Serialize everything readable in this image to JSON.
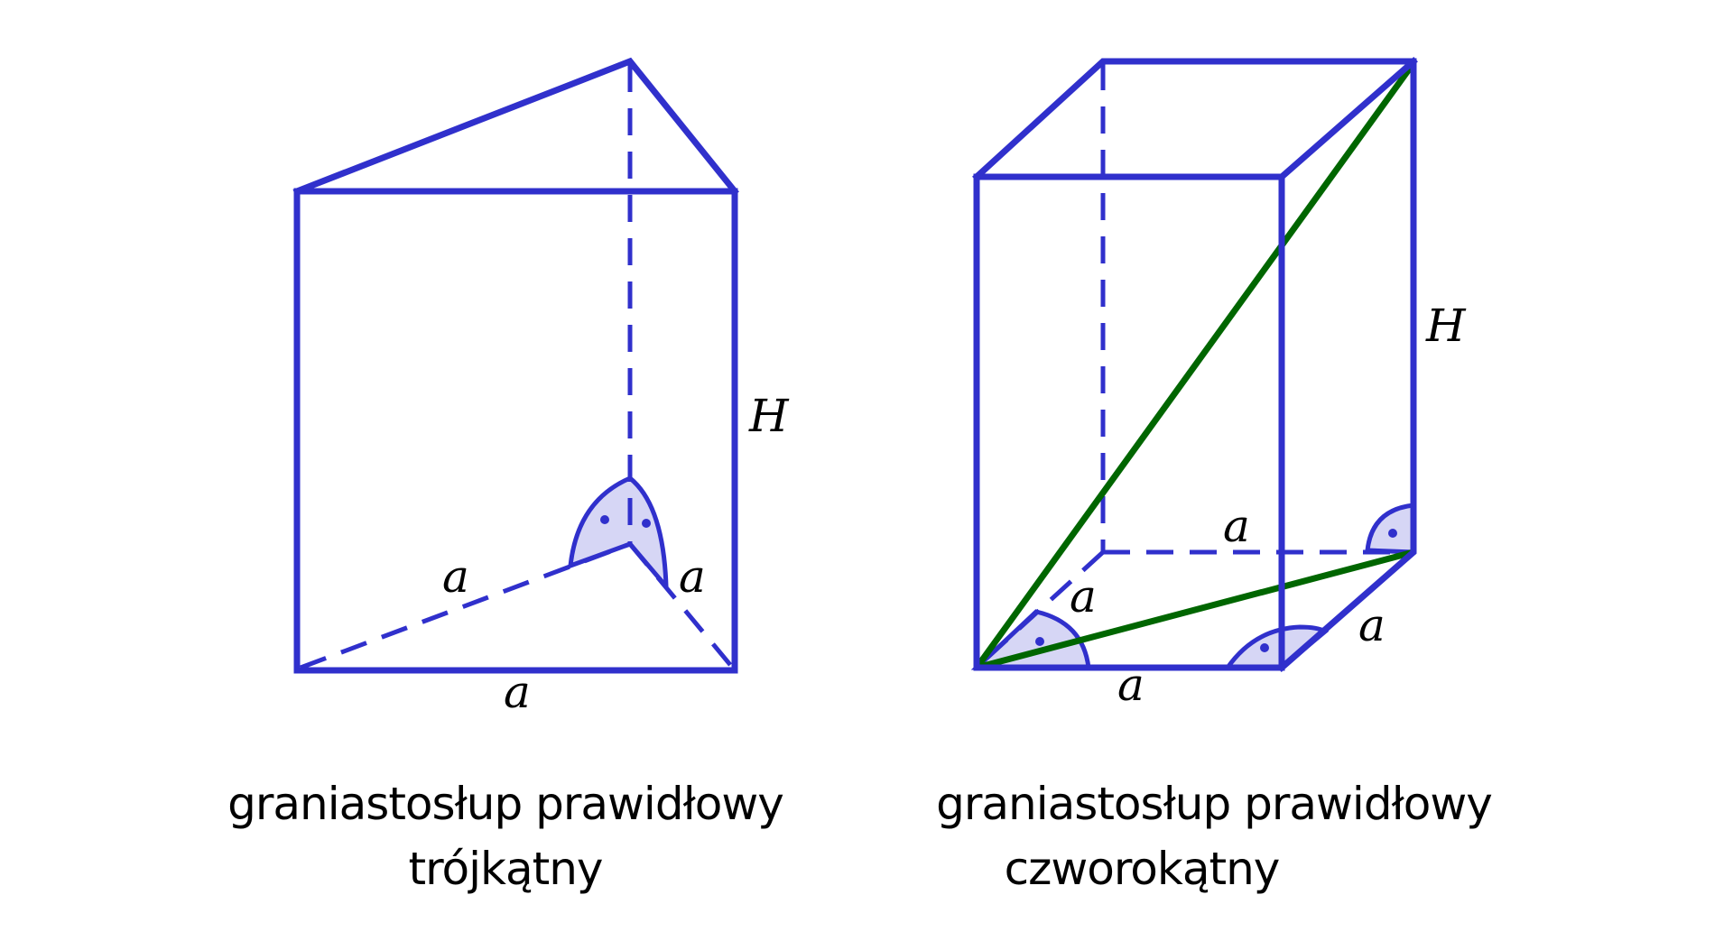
{
  "figures": [
    {
      "id": "triangular-prism",
      "caption_line1": "graniastosłup prawidłowy",
      "caption_line2": "trójkątny",
      "labels": {
        "height": "H",
        "edge_back_left": "a",
        "edge_back_right": "a",
        "edge_front": "a"
      }
    },
    {
      "id": "square-prism",
      "caption_line1": "graniastosłup prawidłowy",
      "caption_line2": "czworokątny",
      "labels": {
        "height": "H",
        "edge_back": "a",
        "edge_left_depth": "a",
        "edge_right_depth": "a",
        "edge_front": "a"
      }
    }
  ],
  "colors": {
    "edge": "#3030cc",
    "diagonal": "#006600",
    "angle_fill": "#d6d6f5"
  }
}
